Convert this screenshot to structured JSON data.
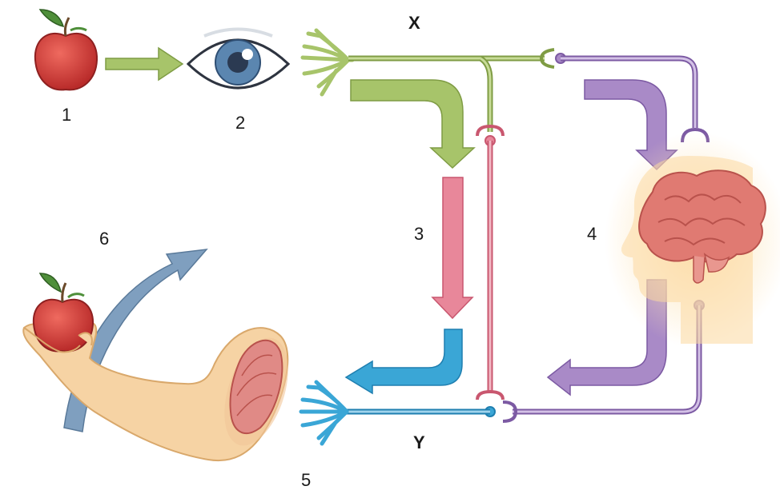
{
  "labels": {
    "n1": "1",
    "n2": "2",
    "n3": "3",
    "n4": "4",
    "n5": "5",
    "n6": "6",
    "x": "X",
    "y": "Y"
  },
  "colors": {
    "sensory_green": "#a7c46a",
    "sensory_green_dark": "#7f9c44",
    "relay_pink": "#e8879a",
    "relay_pink_dark": "#c9576f",
    "brain_purple": "#a98ac7",
    "brain_purple_dark": "#7c5aa3",
    "motor_blue": "#3aa6d6",
    "motor_blue_dark": "#1f7fb0",
    "movement_arrow": "#7f9fbf",
    "apple_red": "#d33a35",
    "leaf_green": "#4f8f3a",
    "eye_iris": "#5b86b0",
    "skin": "#f6d3a4",
    "muscle": "#e08a86",
    "brain": "#e07a72",
    "head_glow": "#fbd9a0"
  },
  "icons": [
    "apple-icon",
    "eye-icon",
    "brain-icon",
    "hand-icon",
    "muscle-icon",
    "receptor-ending-icon",
    "effector-ending-icon"
  ]
}
